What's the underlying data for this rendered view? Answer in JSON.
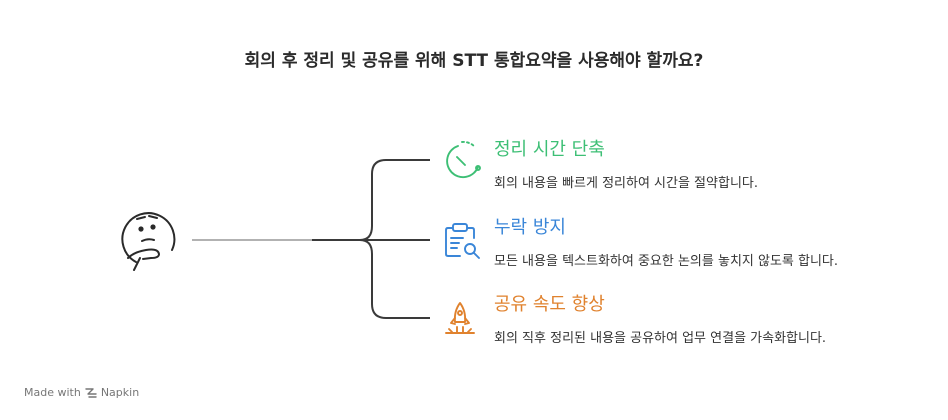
{
  "title": "회의 후 정리 및 공유를 위해 STT 통합요약을 사용해야 할까요?",
  "center_icon": "thinking-face-icon",
  "options": [
    {
      "heading": "정리 시간 단축",
      "description": "회의 내용을 빠르게 정리하여 시간을 절약합니다.",
      "icon": "timer-icon",
      "color": "#3dbf75"
    },
    {
      "heading": "누락 방지",
      "description": "모든 내용을 텍스트화하여 중요한 논의를 놓치지 않도록 합니다.",
      "icon": "clipboard-search-icon",
      "color": "#3a86d8"
    },
    {
      "heading": "공유 속도 향상",
      "description": "회의 직후 정리된 내용을 공유하여 업무 연결을 가속화합니다.",
      "icon": "rocket-icon",
      "color": "#e0822e"
    }
  ],
  "footer": {
    "prefix": "Made with",
    "brand": "Napkin",
    "icon": "napkin-logo-icon"
  }
}
